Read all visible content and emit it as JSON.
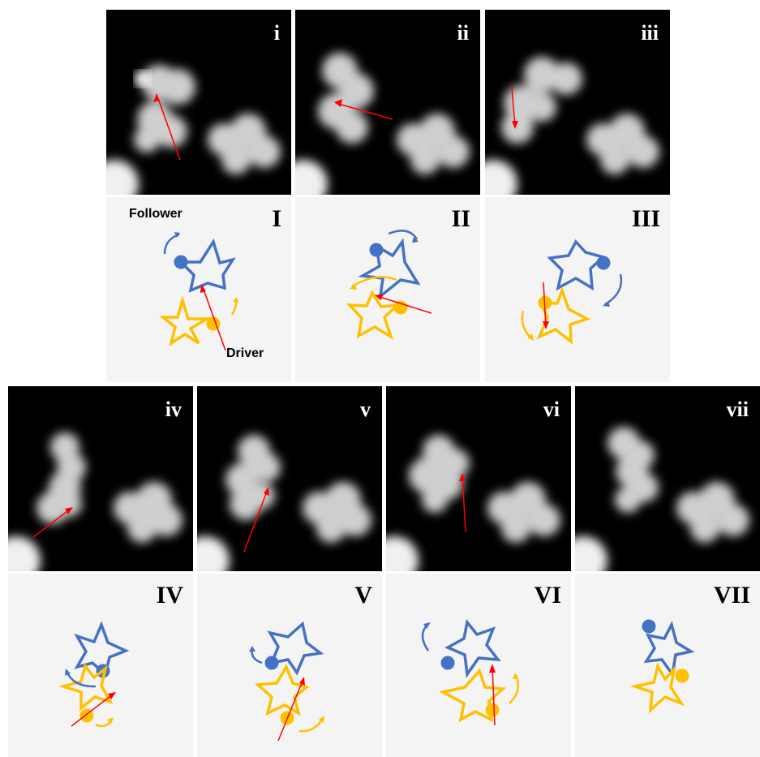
{
  "colors": {
    "follower": "#4472c4",
    "driver": "#ffc000",
    "arrow": "#ff0000",
    "stm_background": "#000000",
    "diagram_background": "#f4f4f4"
  },
  "stm_panels": [
    {
      "label": "i"
    },
    {
      "label": "ii"
    },
    {
      "label": "iii"
    },
    {
      "label": "iv"
    },
    {
      "label": "v"
    },
    {
      "label": "vi"
    },
    {
      "label": "vii"
    }
  ],
  "schematic_panels": [
    {
      "label": "I",
      "follower_label": "Follower",
      "driver_label": "Driver"
    },
    {
      "label": "II"
    },
    {
      "label": "III"
    },
    {
      "label": "IV"
    },
    {
      "label": "V"
    },
    {
      "label": "VI"
    },
    {
      "label": "VII"
    }
  ]
}
